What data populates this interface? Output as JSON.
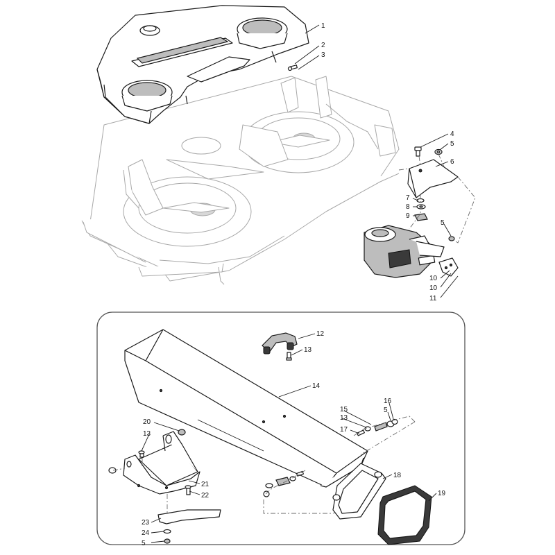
{
  "callouts": [
    {
      "id": "c1",
      "label": "1"
    },
    {
      "id": "c2",
      "label": "2"
    },
    {
      "id": "c3",
      "label": "3"
    },
    {
      "id": "c4",
      "label": "4"
    },
    {
      "id": "c5a",
      "label": "5"
    },
    {
      "id": "c6",
      "label": "6"
    },
    {
      "id": "c7",
      "label": "7"
    },
    {
      "id": "c8",
      "label": "8"
    },
    {
      "id": "c9",
      "label": "9"
    },
    {
      "id": "c5b",
      "label": "5"
    },
    {
      "id": "c10a",
      "label": "10"
    },
    {
      "id": "c10b",
      "label": "10"
    },
    {
      "id": "c11",
      "label": "11"
    },
    {
      "id": "c12",
      "label": "12"
    },
    {
      "id": "c13a",
      "label": "13"
    },
    {
      "id": "c14",
      "label": "14"
    },
    {
      "id": "c16",
      "label": "16"
    },
    {
      "id": "c15",
      "label": "15"
    },
    {
      "id": "c5c",
      "label": "5"
    },
    {
      "id": "c13b",
      "label": "13"
    },
    {
      "id": "c17",
      "label": "17"
    },
    {
      "id": "c20",
      "label": "20"
    },
    {
      "id": "c13c",
      "label": "13"
    },
    {
      "id": "c18",
      "label": "18"
    },
    {
      "id": "c19",
      "label": "19"
    },
    {
      "id": "c21",
      "label": "21"
    },
    {
      "id": "c22",
      "label": "22"
    },
    {
      "id": "c23",
      "label": "23"
    },
    {
      "id": "c24",
      "label": "24"
    },
    {
      "id": "c5d",
      "label": "5"
    }
  ]
}
